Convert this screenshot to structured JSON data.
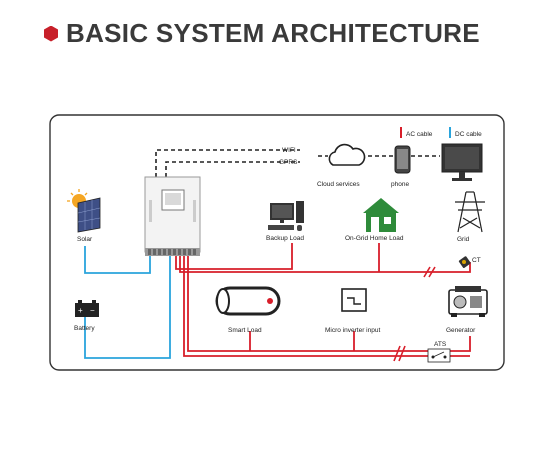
{
  "header": {
    "title": "BASIC SYSTEM ARCHITECTURE"
  },
  "legend": {
    "ac_label": "AC cable",
    "dc_label": "DC cable",
    "ac_color": "#d81e2a",
    "dc_color": "#2aa4dc"
  },
  "links": {
    "wifi": "WIFI",
    "gprs": "GPRS"
  },
  "components": {
    "cloud": "Cloud services",
    "phone": "phone",
    "solar": "Solar",
    "backup_load": "Backup Load",
    "on_grid_load": "On-Grid Home Load",
    "grid": "Grid",
    "ct": "CT",
    "battery": "Battery",
    "smart_load": "Smart Load",
    "micro_inverter": "Micro inverter input",
    "generator": "Generator",
    "ats": "ATS"
  },
  "colors": {
    "accent": "#c8202a",
    "title": "#3a3a3a",
    "dashed": "#222222"
  }
}
